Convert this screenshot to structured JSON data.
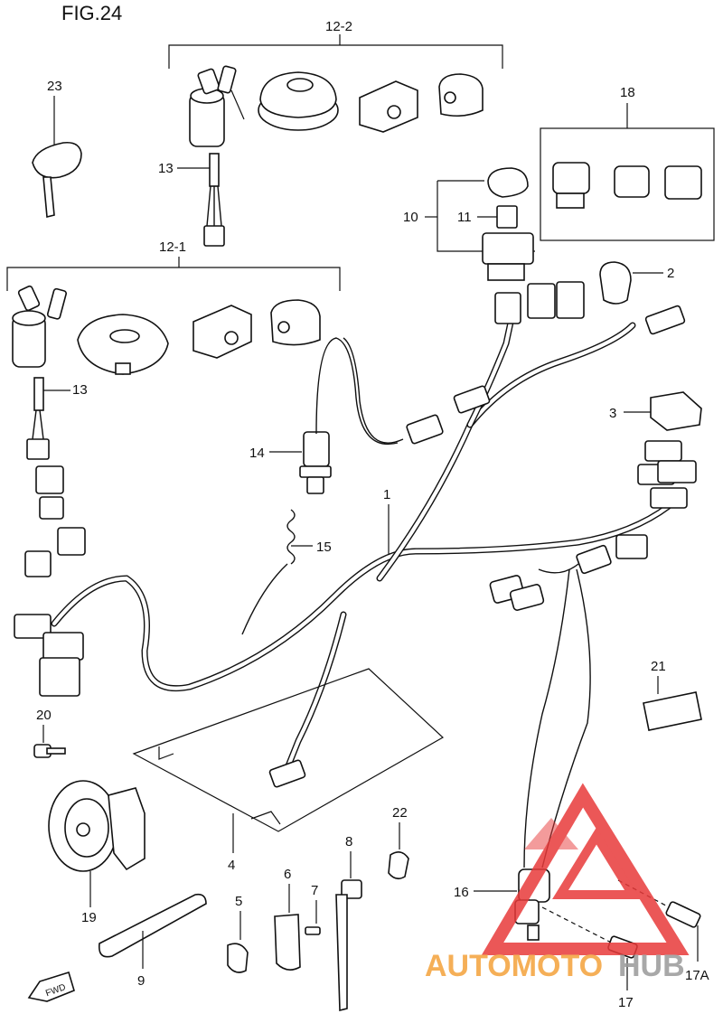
{
  "figure": {
    "title": "FIG.24"
  },
  "callouts": {
    "p12_2": "12-2",
    "p12_1": "12-1",
    "p23": "23",
    "p13_top": "13",
    "p13_left": "13",
    "p18": "18",
    "p10": "10",
    "p11": "11",
    "p2": "2",
    "p3": "3",
    "p14": "14",
    "p1": "1",
    "p15": "15",
    "p21": "21",
    "p20": "20",
    "p22": "22",
    "p8": "8",
    "p4": "4",
    "p6": "6",
    "p7": "7",
    "p16": "16",
    "p5": "5",
    "p19": "19",
    "p9": "9",
    "p17": "17",
    "p17a": "17A"
  },
  "direction_badge": "FWD",
  "watermark": {
    "text_a": "AUTOMOTO",
    "text_b": "HUB",
    "color_a": "#f4a23a",
    "color_b": "#9a9a9a",
    "mark_color": "#e83a3a"
  }
}
